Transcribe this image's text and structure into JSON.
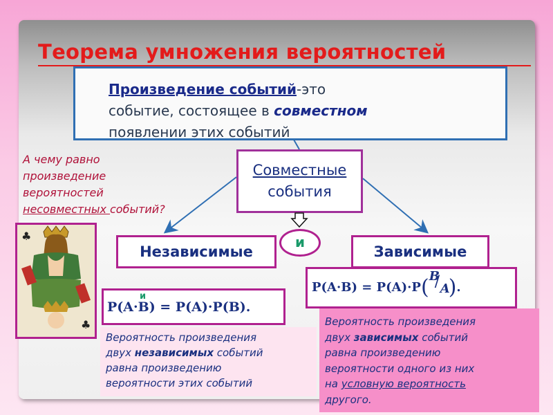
{
  "title": "Теорема умножения вероятностей",
  "definition": {
    "term": "Произведение событий",
    "after_term": "-это",
    "line2_pre": "событие, состоящее в ",
    "emph": "совместном",
    "line3": "появлении этих событий"
  },
  "question": {
    "line1": "А чему равно",
    "line2": "произведение",
    "line3": "вероятностей",
    "line4_u": "несовместных ",
    "line4_rest": "событий?"
  },
  "joint_events": {
    "line1": "Совместные",
    "line2": "события"
  },
  "independent_label": "Независимые",
  "dependent_label": "Зависимые",
  "and_label": "и",
  "formula_independent": {
    "small_marker": "и",
    "text": "P(A·B) = P(A)·P(B)."
  },
  "formula_dependent": {
    "left": "P(A·B) = P(A)·P",
    "num": "B",
    "den": "A",
    "end": "."
  },
  "independent_note": {
    "l1": "Вероятность  произведения",
    "l2_pre": "двух ",
    "l2_bold": "независимых",
    "l2_post": " событий",
    "l3": "равна произведению",
    "l4": "вероятности этих событий"
  },
  "dependent_note": {
    "l1": "Вероятность  произведения",
    "l2_pre": "двух  ",
    "l2_bold": "зависимых",
    "l2_post": " событий",
    "l3": "равна произведению",
    "l4": "вероятности  одного из них",
    "l5_pre": "на  ",
    "l5_u": "условную вероятность",
    "l6": "другого."
  },
  "card_icon": "queen-of-clubs-card-icon",
  "colors": {
    "title": "#e31b1b",
    "blue_border": "#2f6fb3",
    "magenta_border": "#b0218f",
    "text_blue": "#1a3080",
    "right_note_bg": "#f68fc9"
  }
}
